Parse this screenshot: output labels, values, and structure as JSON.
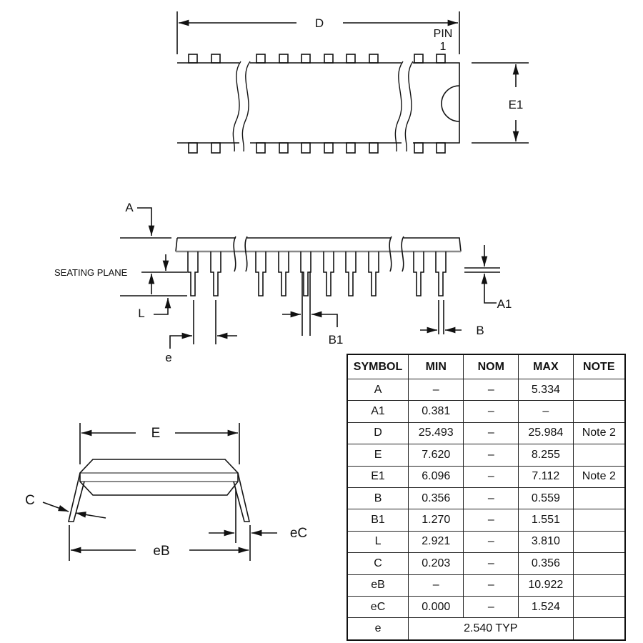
{
  "drawing": {
    "top_view": {
      "dim_length": "D",
      "pin1_label_line1": "PIN",
      "pin1_label_line2": "1",
      "dim_width": "E1"
    },
    "side_view": {
      "dim_height": "A",
      "seating_plane": "SEATING PLANE",
      "dim_lead_length": "L",
      "dim_pitch": "e",
      "dim_upper_lead_width": "B1",
      "dim_lead_width": "B",
      "dim_standoff": "A1"
    },
    "end_view": {
      "dim_row_spacing": "E",
      "dim_lead_thickness": "C",
      "dim_overall_width": "eB",
      "dim_lead_spread": "eC"
    }
  },
  "table": {
    "headers": [
      "SYMBOL",
      "MIN",
      "NOM",
      "MAX",
      "NOTE"
    ],
    "rows": [
      [
        "A",
        "–",
        "–",
        "5.334",
        ""
      ],
      [
        "A1",
        "0.381",
        "–",
        "–",
        ""
      ],
      [
        "D",
        "25.493",
        "–",
        "25.984",
        "Note 2"
      ],
      [
        "E",
        "7.620",
        "–",
        "8.255",
        ""
      ],
      [
        "E1",
        "6.096",
        "–",
        "7.112",
        "Note 2"
      ],
      [
        "B",
        "0.356",
        "–",
        "0.559",
        ""
      ],
      [
        "B1",
        "1.270",
        "–",
        "1.551",
        ""
      ],
      [
        "L",
        "2.921",
        "–",
        "3.810",
        ""
      ],
      [
        "C",
        "0.203",
        "–",
        "0.356",
        ""
      ],
      [
        "eB",
        "–",
        "–",
        "10.922",
        ""
      ],
      [
        "eC",
        "0.000",
        "–",
        "1.524",
        ""
      ]
    ],
    "last_row": {
      "symbol": "e",
      "value": "2.540 TYP",
      "note": ""
    }
  }
}
